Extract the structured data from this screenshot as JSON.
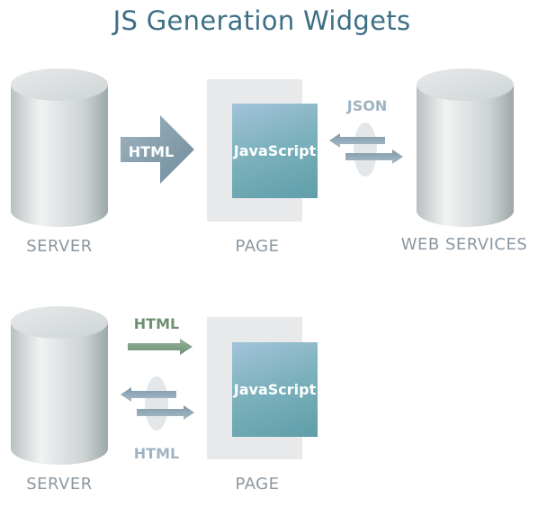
{
  "title": "JS Generation Widgets",
  "top_flow": {
    "server_label": "SERVER",
    "html_arrow_label": "HTML",
    "page_label": "PAGE",
    "js_label": "JavaScript",
    "json_label": "JSON",
    "webservices_label": "WEB SERVICES"
  },
  "bottom_flow": {
    "server_label": "SERVER",
    "html_top_label": "HTML",
    "html_bottom_label": "HTML",
    "page_label": "PAGE",
    "js_label": "JavaScript"
  },
  "colors": {
    "title": "#3d6f86",
    "label": "#8b97a0",
    "html_green": "#6e9072",
    "arrow_blue": "#8ea6b3"
  }
}
